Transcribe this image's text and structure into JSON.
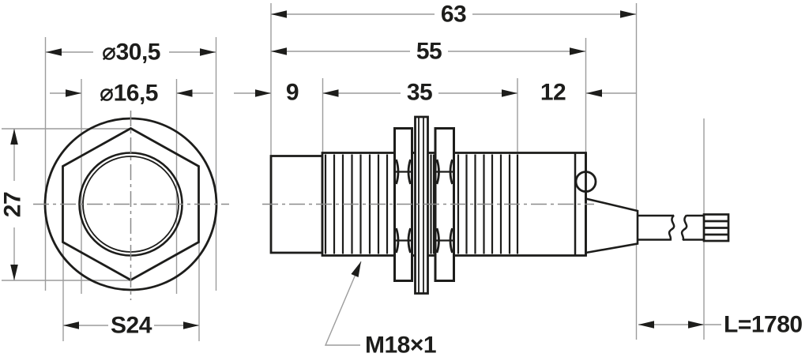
{
  "drawing": {
    "type": "technical-dimension-drawing",
    "subject": "M18 threaded cylindrical proximity sensor, front and side views",
    "colors": {
      "outline": "#1d1d1b",
      "dimension_line": "#9c9c9c",
      "centerline": "#8a8a8a",
      "background": "#ffffff"
    },
    "front_view": {
      "flange_diameter": "⌀30,5",
      "inner_diameter": "⌀16,5",
      "corner_height": "27",
      "wrench_flats": "S24"
    },
    "side_view": {
      "overall_length": "63",
      "body_length": "55",
      "tip_length": "9",
      "thread_length": "35",
      "rear_length": "12",
      "thread_spec": "M18×1",
      "cable_length": "L=1780"
    }
  }
}
